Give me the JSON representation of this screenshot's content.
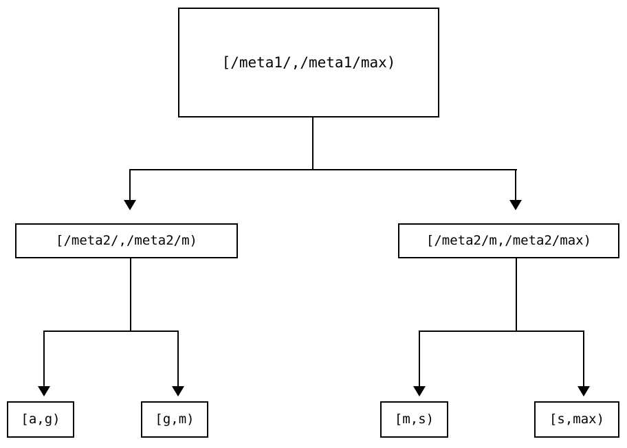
{
  "diagram": {
    "type": "tree",
    "background_color": "#ffffff",
    "stroke_color": "#000000",
    "text_color": "#000000",
    "nodes": {
      "root": {
        "label": "[/meta1/,/meta1/max)",
        "level": 0
      },
      "mid_left": {
        "label": "[/meta2/,/meta2/m)",
        "level": 1
      },
      "mid_right": {
        "label": "[/meta2/m,/meta2/max)",
        "level": 1
      },
      "leaf_ag": {
        "label": "[a,g)",
        "level": 2
      },
      "leaf_gm": {
        "label": "[g,m)",
        "level": 2
      },
      "leaf_ms": {
        "label": "[m,s)",
        "level": 2
      },
      "leaf_smax": {
        "label": "[s,max)",
        "level": 2
      }
    },
    "edges": [
      {
        "from": "root",
        "to": "mid_left",
        "arrow": "down"
      },
      {
        "from": "root",
        "to": "mid_right",
        "arrow": "down"
      },
      {
        "from": "mid_left",
        "to": "leaf_ag",
        "arrow": "down"
      },
      {
        "from": "mid_left",
        "to": "leaf_gm",
        "arrow": "down"
      },
      {
        "from": "mid_right",
        "to": "leaf_ms",
        "arrow": "down"
      },
      {
        "from": "mid_right",
        "to": "leaf_smax",
        "arrow": "down"
      }
    ]
  }
}
